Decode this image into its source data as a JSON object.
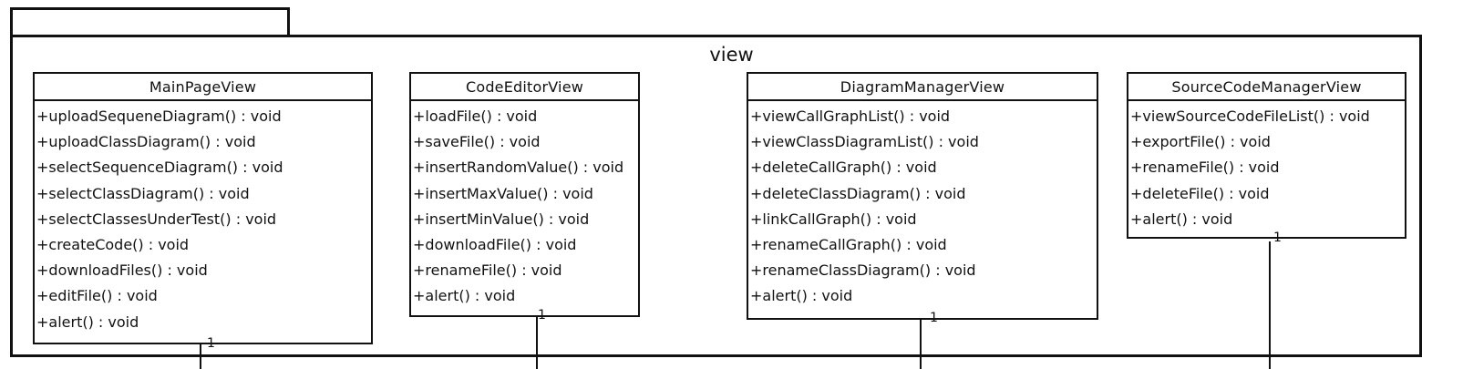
{
  "package": {
    "name": "view"
  },
  "classes": [
    {
      "name": "MainPageView",
      "methods": [
        "+uploadSequeneDiagram() : void",
        "+uploadClassDiagram() : void",
        "+selectSequenceDiagram() : void",
        "+selectClassDiagram() : void",
        "+selectClassesUnderTest() : void",
        "+createCode() : void",
        "+downloadFiles() : void",
        "+editFile() : void",
        "+alert() : void"
      ],
      "multiplicity": "1"
    },
    {
      "name": "CodeEditorView",
      "methods": [
        "+loadFile() : void",
        "+saveFile() : void",
        "+insertRandomValue() : void",
        "+insertMaxValue() : void",
        "+insertMinValue() : void",
        "+downloadFile() : void",
        "+renameFile() : void",
        "+alert() : void"
      ],
      "multiplicity": "1"
    },
    {
      "name": "DiagramManagerView",
      "methods": [
        "+viewCallGraphList() : void",
        "+viewClassDiagramList() : void",
        "+deleteCallGraph() : void",
        "+deleteClassDiagram() : void",
        "+linkCallGraph() : void",
        "+renameCallGraph() : void",
        "+renameClassDiagram() : void",
        "+alert() : void"
      ],
      "multiplicity": "1"
    },
    {
      "name": "SourceCodeManagerView",
      "methods": [
        "+viewSourceCodeFileList() : void",
        "+exportFile() : void",
        "+renameFile() : void",
        "+deleteFile() : void",
        "+alert() : void"
      ],
      "multiplicity": "1"
    }
  ]
}
